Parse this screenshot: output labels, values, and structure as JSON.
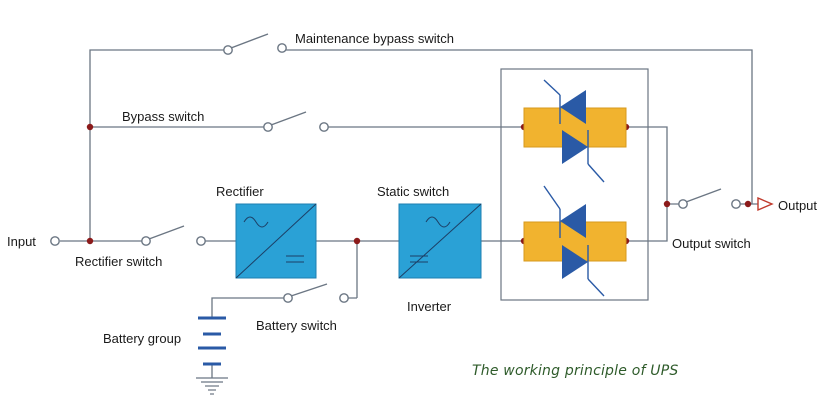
{
  "labels": {
    "maintenance_bypass_switch": "Maintenance bypass switch",
    "bypass_switch": "Bypass switch",
    "rectifier": "Rectifier",
    "static_switch": "Static switch",
    "input": "Input",
    "rectifier_switch": "Rectifier switch",
    "battery_group": "Battery group",
    "battery_switch": "Battery switch",
    "inverter": "Inverter",
    "output": "Output",
    "output_switch": "Output switch"
  },
  "caption": "The working principle of UPS",
  "colors": {
    "wire": "#6b7683",
    "node": "#8b1a1a",
    "converter_box": "#2aa1d6",
    "thyristor_block": "#f1b32f",
    "thyristor_symbol": "#2a5aa6",
    "caption": "#2e5b2a"
  }
}
